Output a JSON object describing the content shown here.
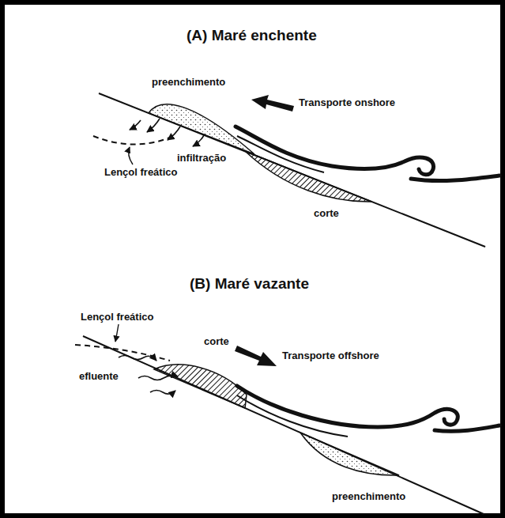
{
  "diagram": {
    "labels": [
      "(A) Maré enchente",
      "preenchimento",
      "Transporte onshore",
      "infiltração",
      "Lençol freático",
      "corte",
      "(B) Maré vazante",
      "Lençol freático",
      "corte",
      "Transporte offshore",
      "efluente",
      "preenchimento"
    ]
  }
}
